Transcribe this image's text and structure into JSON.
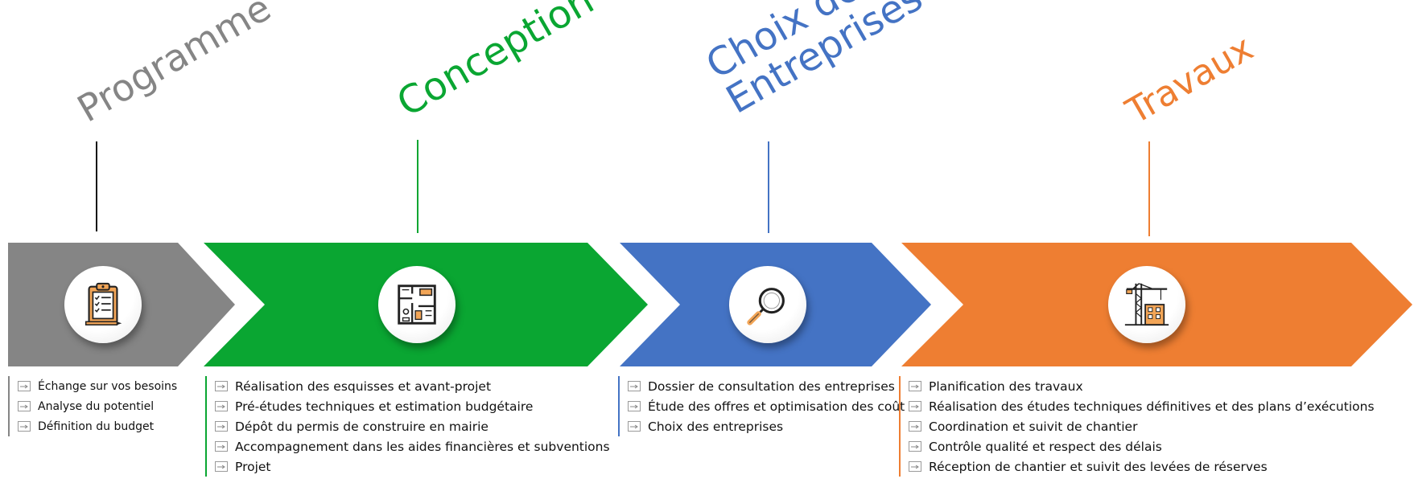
{
  "colors": {
    "programme": "#858585",
    "conception": "#0aa632",
    "choix": "#4473c4",
    "travaux": "#ee7e32"
  },
  "phases": [
    {
      "key": "programme",
      "title": "Programme",
      "icon": "clipboard-checklist-icon",
      "items": [
        "Échange sur vos besoins",
        "Analyse du potentiel",
        "Définition du budget"
      ]
    },
    {
      "key": "conception",
      "title": "Conception",
      "icon": "floor-plan-icon",
      "items": [
        "Réalisation des esquisses et avant-projet",
        "Pré-études techniques et estimation budgétaire",
        "Dépôt du permis de construire en mairie",
        "Accompagnement dans les aides financières et subventions",
        "Projet"
      ]
    },
    {
      "key": "choix",
      "title_line1": "Choix des",
      "title_line2": "Entreprises",
      "icon": "magnifier-icon",
      "items": [
        "Dossier de consultation des entreprises",
        "Étude des offres et optimisation des coût",
        "Choix des entreprises"
      ]
    },
    {
      "key": "travaux",
      "title": "Travaux",
      "icon": "crane-icon",
      "items": [
        "Planification des travaux",
        "Réalisation des études techniques définitives et des plans d’exécutions",
        "Coordination et suivit de chantier",
        "Contrôle qualité et respect des délais",
        "Réception de chantier et suivit des levées de réserves"
      ]
    }
  ]
}
